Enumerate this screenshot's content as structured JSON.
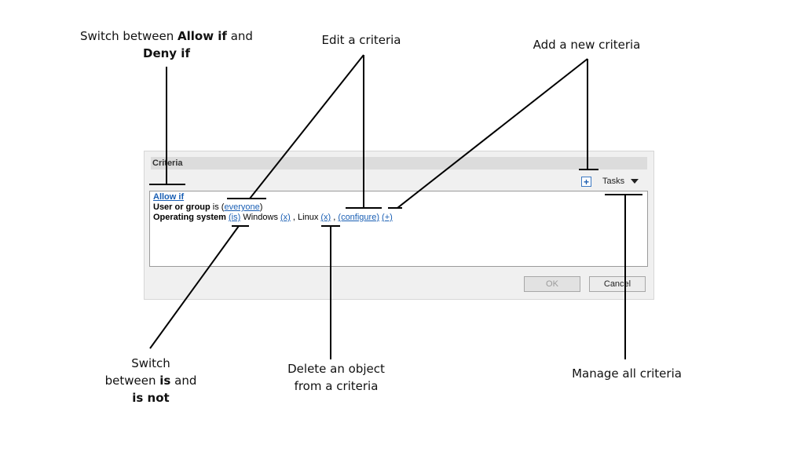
{
  "annotations": {
    "switch_allow": {
      "prefix": "Switch between ",
      "bold1": "Allow if",
      "mid": " and",
      "bold2": "Deny if"
    },
    "edit_criteria": "Edit a criteria",
    "add_criteria": "Add a new criteria",
    "switch_is": {
      "line1": "Switch",
      "prefix": "between ",
      "bold1": "is",
      "mid": " and",
      "bold2": "is not"
    },
    "delete_object": {
      "line1": "Delete an object",
      "line2": "from a criteria"
    },
    "manage_all": "Manage all criteria"
  },
  "panel": {
    "header": "Criteria",
    "add_icon": "+",
    "tasks_label": "Tasks",
    "rule": {
      "mode": "Allow if",
      "line1": {
        "field": "User or group",
        "op": " is ",
        "paren_open": "(",
        "value": "everyone",
        "paren_close": ")"
      },
      "line2": {
        "field": "Operating system",
        "op": "(is)",
        "item1": "Windows",
        "remove1": "(x)",
        "sep": ",",
        "item2": "Linux",
        "remove2": "(x)",
        "configure": "(configure)",
        "add": "(+)"
      }
    },
    "ok_label": "OK",
    "cancel_label": "Cancel"
  }
}
